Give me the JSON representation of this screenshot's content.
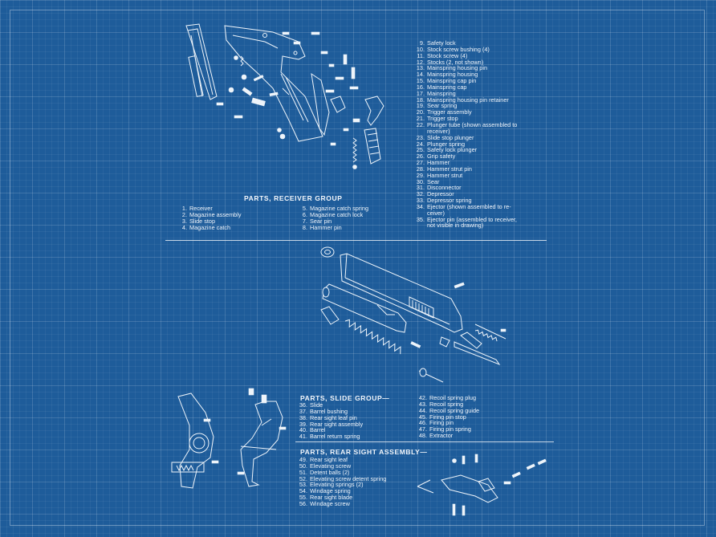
{
  "receiver_group": {
    "title": "PARTS, RECEIVER GROUP",
    "parts_a": [
      {
        "num": "1.",
        "name": "Receiver"
      },
      {
        "num": "2.",
        "name": "Magazine assembly"
      },
      {
        "num": "3.",
        "name": "Slide stop"
      },
      {
        "num": "4.",
        "name": "Magazine catch"
      }
    ],
    "parts_b": [
      {
        "num": "5.",
        "name": "Magazine catch spring"
      },
      {
        "num": "6.",
        "name": "Magazine catch lock"
      },
      {
        "num": "7.",
        "name": "Sear pin"
      },
      {
        "num": "8.",
        "name": "Hammer pin"
      }
    ],
    "parts_c": [
      {
        "num": "9.",
        "name": "Safety lock"
      },
      {
        "num": "10.",
        "name": "Stock screw bushing (4)"
      },
      {
        "num": "11.",
        "name": "Stock screw (4)"
      },
      {
        "num": "12.",
        "name": "Stocks (2, not shown)"
      },
      {
        "num": "13.",
        "name": "Mainspring housing pin"
      },
      {
        "num": "14.",
        "name": "Mainspring housing"
      },
      {
        "num": "15.",
        "name": "Mainspring cap pin"
      },
      {
        "num": "16.",
        "name": "Mainspring cap"
      },
      {
        "num": "17.",
        "name": "Mainspring"
      },
      {
        "num": "18.",
        "name": "Mainspring housing pin retainer"
      },
      {
        "num": "19.",
        "name": "Sear spring"
      },
      {
        "num": "20.",
        "name": "Trigger assembly"
      },
      {
        "num": "21.",
        "name": "Trigger stop"
      },
      {
        "num": "22.",
        "name": "Plunger tube (shown assembled to"
      },
      {
        "num": "",
        "name": "receiver)"
      },
      {
        "num": "23.",
        "name": "Slide stop plunger"
      },
      {
        "num": "24.",
        "name": "Plunger spring"
      },
      {
        "num": "25.",
        "name": "Safety lock plunger"
      },
      {
        "num": "26.",
        "name": "Grip safety"
      },
      {
        "num": "27.",
        "name": "Hammer"
      },
      {
        "num": "28.",
        "name": "Hammer strut pin"
      },
      {
        "num": "29.",
        "name": "Hammer strut"
      },
      {
        "num": "30.",
        "name": "Sear"
      },
      {
        "num": "31.",
        "name": "Disconnector"
      },
      {
        "num": "32.",
        "name": "Depressor"
      },
      {
        "num": "33.",
        "name": "Depressor spring"
      },
      {
        "num": "34.",
        "name": "Ejector (shown assembled to re-"
      },
      {
        "num": "",
        "name": "ceiver)"
      },
      {
        "num": "35.",
        "name": "Ejector pin (assembled to receiver,"
      },
      {
        "num": "",
        "name": "not visible in drawing)"
      }
    ]
  },
  "slide_group": {
    "title": "PARTS, SLIDE GROUP—",
    "parts_a": [
      {
        "num": "36.",
        "name": "Slide"
      },
      {
        "num": "37.",
        "name": "Barrel bushing"
      },
      {
        "num": "38.",
        "name": "Rear sight leaf pin"
      },
      {
        "num": "39.",
        "name": "Rear sight assembly"
      },
      {
        "num": "40.",
        "name": "Barrel"
      },
      {
        "num": "41.",
        "name": "Barrel return spring"
      }
    ],
    "parts_b": [
      {
        "num": "42.",
        "name": "Recoil spring plug"
      },
      {
        "num": "43.",
        "name": "Recoil spring"
      },
      {
        "num": "44.",
        "name": "Recoil spring guide"
      },
      {
        "num": "45.",
        "name": "Firing pin stop"
      },
      {
        "num": "46.",
        "name": "Firing pin"
      },
      {
        "num": "47.",
        "name": "Firing pin spring"
      },
      {
        "num": "48.",
        "name": "Extractor"
      }
    ]
  },
  "rear_sight_assembly": {
    "title": "PARTS, REAR SIGHT ASSEMBLY—",
    "parts": [
      {
        "num": "49.",
        "name": "Rear sight leaf"
      },
      {
        "num": "50.",
        "name": "Elevating screw"
      },
      {
        "num": "51.",
        "name": "Detent balls (2)"
      },
      {
        "num": "52.",
        "name": "Elevating screw detent spring"
      },
      {
        "num": "53.",
        "name": "Elevating springs (2)"
      },
      {
        "num": "54.",
        "name": "Windage spring"
      },
      {
        "num": "55.",
        "name": "Rear sight blade"
      },
      {
        "num": "56.",
        "name": "Windage screw"
      }
    ]
  }
}
